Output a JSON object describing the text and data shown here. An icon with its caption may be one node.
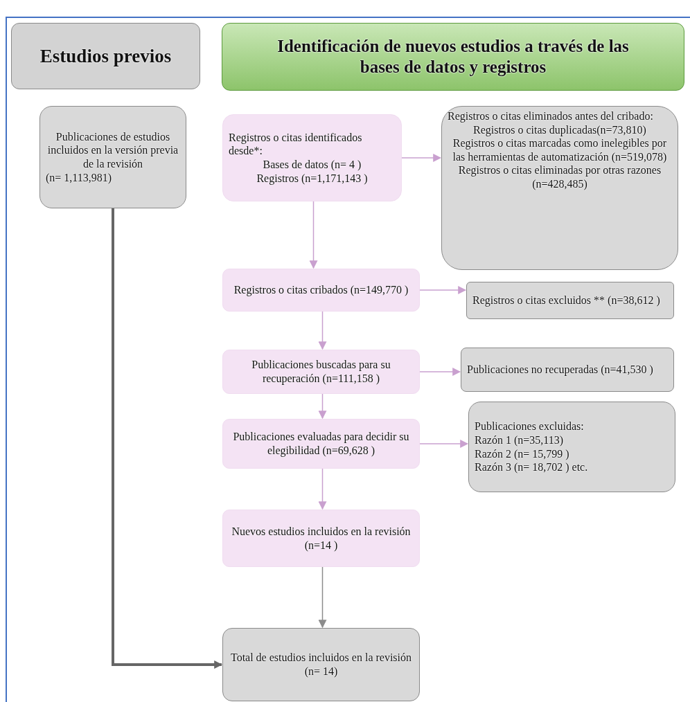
{
  "diagram": {
    "nodes": [
      {
        "text": [
          "Estudios previos"
        ]
      },
      {
        "text": [
          "Identificación de nuevos estudios a través de las bases de datos y registros"
        ]
      },
      {
        "text": [
          "Publicaciones de estudios incluidos en la versión previa de la revisión",
          "(n= 1,113,981)"
        ]
      },
      {
        "text": [
          "Registros o citas identificados desde*:",
          "Bases de datos (n= 4 )",
          "Registros (n=1,171,143 )"
        ]
      },
      {
        "text": [
          "Registros o citas eliminados antes del cribado:",
          "Registros o citas duplicadas(n=73,810)",
          "Registros o citas marcadas como inelegibles por las herramientas de automatización (n=519,078)",
          "Registros o citas eliminadas por otras razones (n=428,485)"
        ]
      },
      {
        "text": [
          "Registros o citas cribados (n=149,770 )"
        ]
      },
      {
        "text": [
          "Registros o citas excluidos ** (n=38,612 )"
        ]
      },
      {
        "text": [
          "Publicaciones buscadas para su recuperación (n=111,158 )"
        ]
      },
      {
        "text": [
          "Publicaciones no recuperadas (n=41,530 )"
        ]
      },
      {
        "text": [
          "Publicaciones evaluadas para decidir su elegibilidad (n=69,628 )"
        ]
      },
      {
        "text": [
          "Publicaciones excluidas:",
          "Razón 1 (n=35,113)",
          "Razón 2 (n= 15,799 )",
          "Razón 3 (n= 18,702 ) etc."
        ]
      },
      {
        "text": [
          "Nuevos estudios incluidos en la revisión (n=14 )"
        ]
      },
      {
        "text": [
          "Total de estudios incluidos en la revisión (n= 14)"
        ]
      }
    ],
    "edges": [
      {
        "from": 3,
        "to": 4,
        "arrow": "to"
      },
      {
        "from": 3,
        "to": 5,
        "arrow": "to"
      },
      {
        "from": 5,
        "to": 6,
        "arrow": "to"
      },
      {
        "from": 5,
        "to": 7,
        "arrow": "to"
      },
      {
        "from": 7,
        "to": 8,
        "arrow": "to"
      },
      {
        "from": 7,
        "to": 9,
        "arrow": "to"
      },
      {
        "from": 9,
        "to": 10,
        "arrow": "to"
      },
      {
        "from": 9,
        "to": 11,
        "arrow": "to"
      },
      {
        "from": 11,
        "to": 12,
        "arrow": "to",
        "color": "#8c8c8c"
      },
      {
        "from": 2,
        "to": 12,
        "arrow": "to",
        "style": "thick",
        "color": "#666666"
      }
    ]
  }
}
